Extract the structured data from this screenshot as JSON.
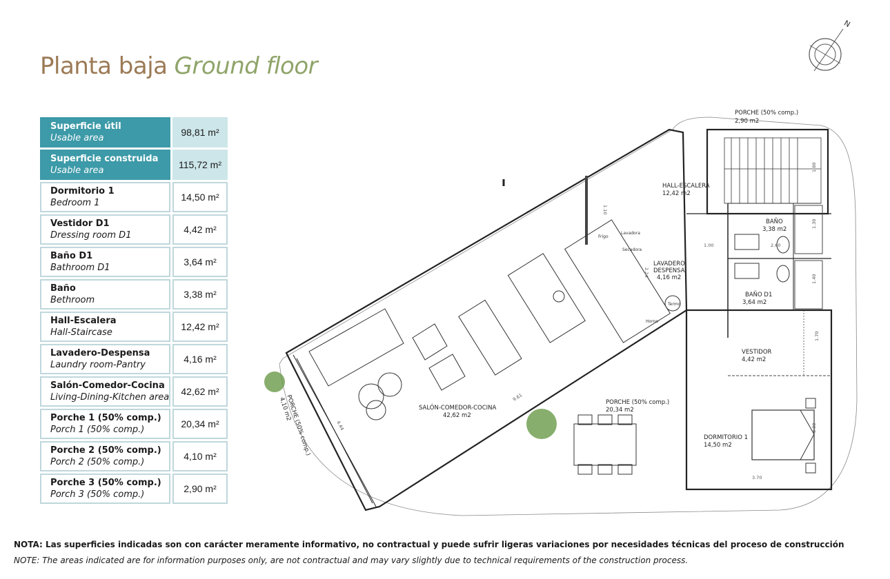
{
  "title": {
    "es": "Planta baja",
    "en": "Ground floor"
  },
  "compass": {
    "label": "N"
  },
  "areas": [
    {
      "es": "Superficie útil",
      "en": "Usable area",
      "value": "98,81 m²",
      "highlight": true
    },
    {
      "es": "Superficie construida",
      "en": "Usable area",
      "value": "115,72 m²",
      "highlight": true
    },
    {
      "es": "Dormitorio 1",
      "en": "Bedroom 1",
      "value": "14,50 m²"
    },
    {
      "es": "Vestidor D1",
      "en": "Dressing room D1",
      "value": "4,42 m²"
    },
    {
      "es": "Baño D1",
      "en": "Bathroom D1",
      "value": "3,64 m²"
    },
    {
      "es": "Baño",
      "en": "Bethroom",
      "value": "3,38 m²"
    },
    {
      "es": "Hall-Escalera",
      "en": "Hall-Staircase",
      "value": "12,42 m²"
    },
    {
      "es": "Lavadero-Despensa",
      "en": "Laundry room-Pantry",
      "value": "4,16 m²"
    },
    {
      "es": "Salón-Comedor-Cocina",
      "en": "Living-Dining-Kitchen area",
      "value": "42,62 m²"
    },
    {
      "es": "Porche 1 (50% comp.)",
      "en": "Porch 1 (50% comp.)",
      "value": "20,34 m²"
    },
    {
      "es": "Porche 2 (50% comp.)",
      "en": "Porch 2 (50% comp.)",
      "value": "4,10 m²"
    },
    {
      "es": "Porche 3 (50% comp.)",
      "en": "Porch 3 (50% comp.)",
      "value": "2,90 m²"
    }
  ],
  "plan_labels": {
    "porche3": {
      "name": "PORCHE (50% comp.)",
      "area": "2,90 m2"
    },
    "hall": {
      "name": "HALL-ESCALERA",
      "area": "12,42 m2"
    },
    "bano": {
      "name": "BAÑO",
      "area": "3,38 m2"
    },
    "lavadero": {
      "name1": "LAVADERO",
      "name2": "DESPENSA",
      "area": "4,16 m2"
    },
    "bano_d1": {
      "name": "BAÑO D1",
      "area": "3,64 m2"
    },
    "vestidor": {
      "name": "VESTIDOR",
      "area": "4,42 m2"
    },
    "salon": {
      "name": "SALÓN-COMEDOR-COCINA",
      "area": "42,62 m2"
    },
    "porche1": {
      "name": "PORCHE (50% comp.)",
      "area": "20,34 m2"
    },
    "porche2": {
      "name": "PORCHE (50% comp.)",
      "area": "4,10 m2"
    },
    "dormitorio": {
      "name": "DORMITORIO 1",
      "area": "14,50 m2"
    },
    "frigo": "Frigo",
    "lavadora": "Lavadora",
    "secadora": "Secadora",
    "termo": "Termo",
    "horno": "Horno",
    "dims": {
      "d1": "1.10",
      "d2": "1.00",
      "d3": "2.60",
      "d4": "1.30",
      "d5": "1.40",
      "d6": "1.70",
      "d7": "3.00",
      "d8": "3.70",
      "d9": "9.61",
      "d10": "4.44",
      "d11": "1.80",
      "d12": "2.24"
    }
  },
  "notes": {
    "es": "NOTA: Las superficies indicadas son con carácter meramente informativo, no contractual y puede sufrir ligeras variaciones por necesidades técnicas del proceso de construcción",
    "en": "NOTE: The areas indicated are for information purposes only, are not contractual and may vary slightly due to technical requirements of the construction process."
  }
}
